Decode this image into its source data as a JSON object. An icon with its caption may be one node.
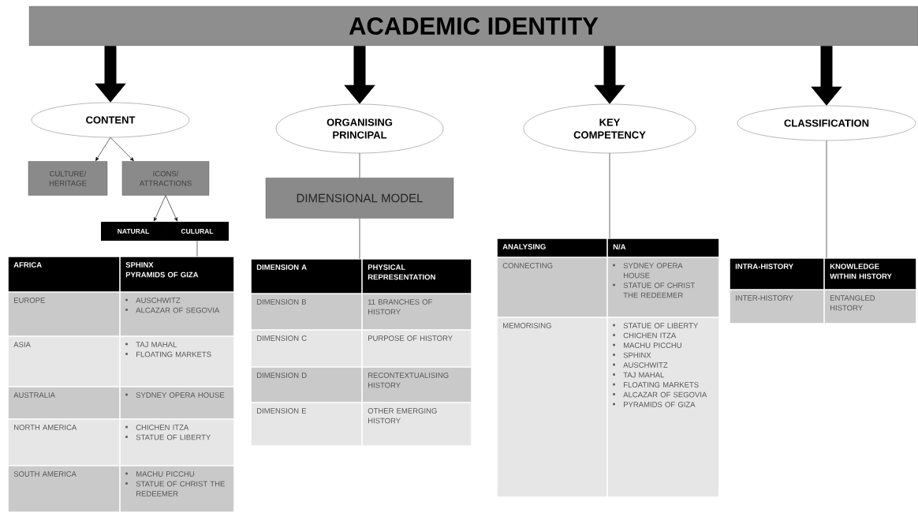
{
  "diagram": {
    "nodes": [
      {
        "text": [
          "ACADEMIC IDENTITY"
        ]
      },
      {
        "text": [
          "CONTENT"
        ]
      },
      {
        "text": [
          "ORGANISING PRINCIPAL"
        ]
      },
      {
        "text": [
          "KEY COMPETENCY"
        ]
      },
      {
        "text": [
          "CLASSIFICATION"
        ]
      },
      {
        "text": [
          "CULTURE/ HERITAGE"
        ]
      },
      {
        "text": [
          "ICONS/ ATTRACTIONS"
        ]
      },
      {
        "text": [
          "NATURAL"
        ]
      },
      {
        "text": [
          "CULURAL"
        ]
      },
      {
        "text": [
          "AFRICA",
          "SPHINX",
          "PYRAMIDS OF GIZA",
          "EUROPE",
          "AUSCHWITZ",
          "ALCAZAR OF SEGOVIA",
          "ASIA",
          "TAJ MAHAL",
          "FLOATING MARKETS",
          "AUSTRALIA",
          "SYDNEY OPERA HOUSE",
          "NORTH AMERICA",
          "CHICHEN ITZA",
          "STATUE OF LIBERTY",
          "SOUTH AMERICA",
          "MACHU PICCHU",
          "STATUE OF CHRIST THE REDEEMER"
        ]
      },
      {
        "text": [
          "DIMENSIONAL MODEL"
        ]
      },
      {
        "text": [
          "DIMENSION A",
          "PHYSICAL REPRESENTATION",
          "DIMENSION B",
          "11 BRANCHES OF HISTORY",
          "DIMENSION C",
          "PURPOSE OF HISTORY",
          "DIMENSION D",
          "RECONTEXTUALISING HISTORY",
          "DIMENSION E",
          "OTHER EMERGING HISTORY"
        ]
      },
      {
        "text": [
          "ANALYSING",
          "N/A",
          "CONNECTING",
          "SYDNEY OPERA HOUSE",
          "STATUE OF CHRIST THE REDEEMER",
          "MEMORISING",
          "STATUE OF LIBERTY",
          "CHICHEN ITZA",
          "MACHU PICCHU",
          "SPHINX",
          "AUSCHWITZ",
          "TAJ MAHAL",
          "FLOATING MARKETS",
          "ALCAZAR OF SEGOVIA",
          "PYRAMIDS OF GIZA"
        ]
      },
      {
        "text": [
          "INTRA-HISTORY",
          "KNOWLEDGE WITHIN HISTORY",
          "INTER-HISTORY",
          "ENTANGLED HISTORY"
        ]
      }
    ],
    "edges": [
      {
        "from": 0,
        "to": 1,
        "arrow": "to",
        "style": "thick"
      },
      {
        "from": 0,
        "to": 2,
        "arrow": "to",
        "style": "thick"
      },
      {
        "from": 0,
        "to": 3,
        "arrow": "to",
        "style": "thick"
      },
      {
        "from": 0,
        "to": 4,
        "arrow": "to",
        "style": "thick"
      },
      {
        "from": 1,
        "to": 5,
        "arrow": "to"
      },
      {
        "from": 1,
        "to": 6,
        "arrow": "to"
      },
      {
        "from": 6,
        "to": 7,
        "arrow": "to"
      },
      {
        "from": 6,
        "to": 8,
        "arrow": "to"
      },
      {
        "from": 8,
        "to": 9,
        "arrow": "none"
      },
      {
        "from": 2,
        "to": 10,
        "arrow": "none"
      },
      {
        "from": 10,
        "to": 11,
        "arrow": "none"
      },
      {
        "from": 3,
        "to": 12,
        "arrow": "none"
      },
      {
        "from": 4,
        "to": 13,
        "arrow": "none"
      }
    ]
  }
}
